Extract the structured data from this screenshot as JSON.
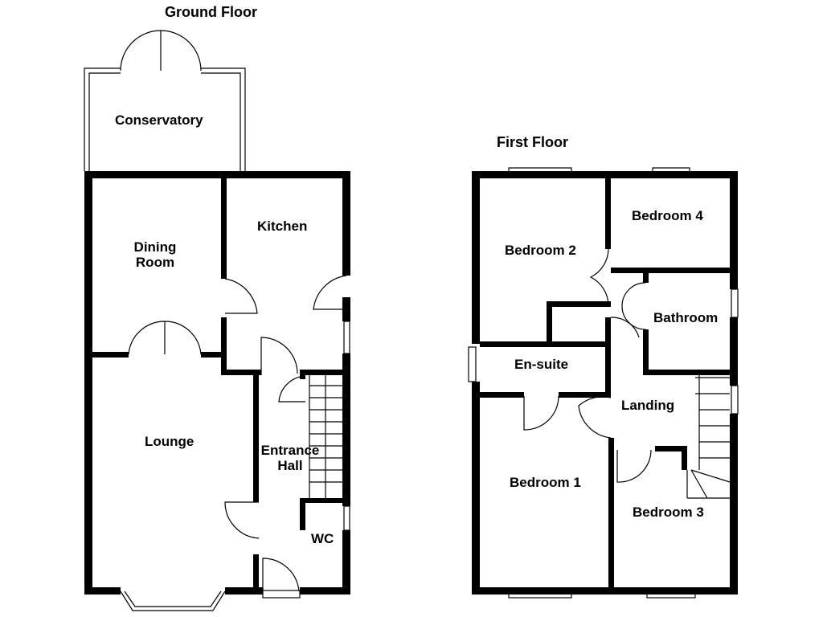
{
  "ground_floor": {
    "title": "Ground Floor",
    "rooms": {
      "conservatory": "Conservatory",
      "dining_room_1": "Dining",
      "dining_room_2": "Room",
      "kitchen": "Kitchen",
      "lounge": "Lounge",
      "entrance_hall_1": "Entrance",
      "entrance_hall_2": "Hall",
      "wc": "WC"
    }
  },
  "first_floor": {
    "title": "First Floor",
    "rooms": {
      "bedroom_2": "Bedroom 2",
      "bedroom_4": "Bedroom 4",
      "bathroom": "Bathroom",
      "en_suite": "En-suite",
      "landing": "Landing",
      "bedroom_1": "Bedroom 1",
      "bedroom_3": "Bedroom 3"
    }
  },
  "colors": {
    "wall": "#000000",
    "background": "#ffffff"
  }
}
